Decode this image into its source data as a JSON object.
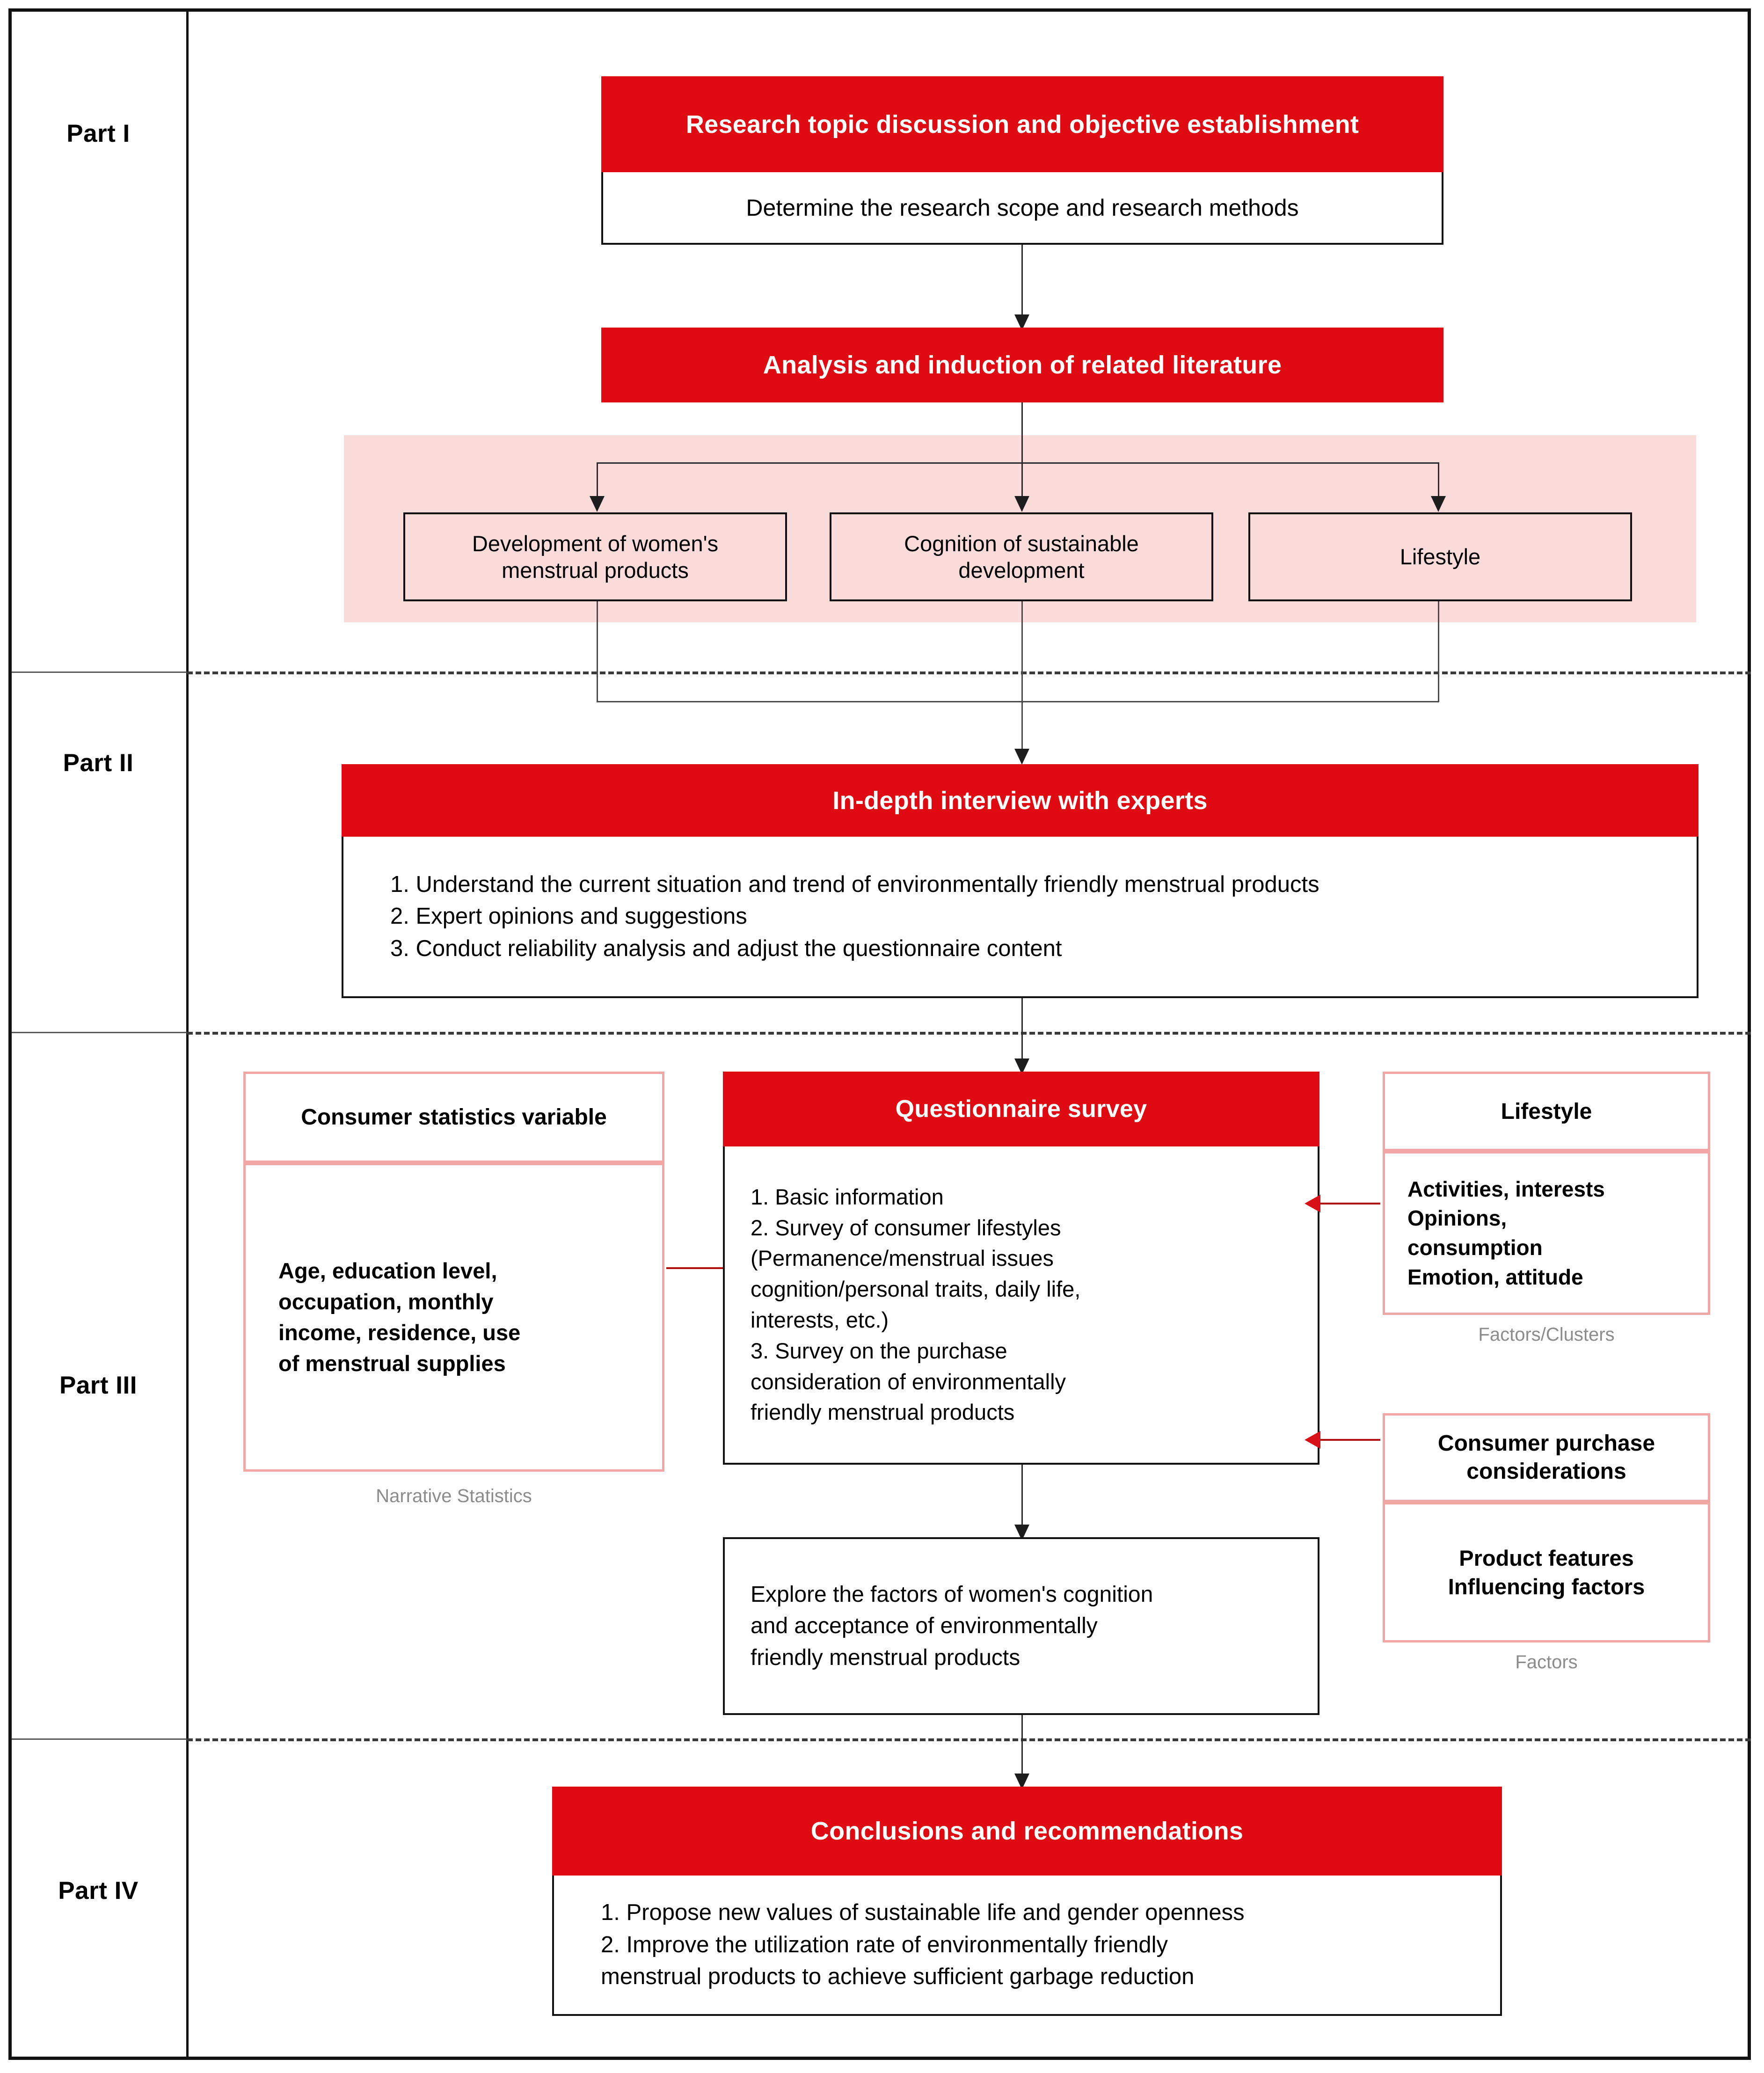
{
  "parts": [
    {
      "label": "Part I"
    },
    {
      "label": "Part II"
    },
    {
      "label": "Part III"
    },
    {
      "label": "Part IV"
    }
  ],
  "part1": {
    "topic_box": {
      "header": "Research topic discussion and objective establishment",
      "body": "Determine the research scope and research methods"
    },
    "literature_box": {
      "header": "Analysis and induction of related literature"
    },
    "branches": [
      {
        "label": "Development of women's\nmenstrual products"
      },
      {
        "label": "Cognition of sustainable\ndevelopment"
      },
      {
        "label": "Lifestyle"
      }
    ]
  },
  "part2": {
    "interview_box": {
      "header": "In-depth interview with experts",
      "items": "1. Understand the current situation and trend of environmentally friendly menstrual products\n2. Expert opinions and suggestions\n3. Conduct reliability analysis and adjust the questionnaire content"
    }
  },
  "part3": {
    "left": {
      "title": "Consumer statistics variable",
      "body": "Age, education level,\noccupation, monthly\nincome, residence, use\nof menstrual supplies",
      "caption": "Narrative Statistics"
    },
    "center": {
      "header": "Questionnaire survey",
      "items": "1. Basic information\n2. Survey of consumer lifestyles\n    (Permanence/menstrual issues\n    cognition/personal traits, daily life,\n    interests, etc.)\n3. Survey on the purchase\n    consideration of environmentally\n    friendly menstrual products"
    },
    "explore": {
      "body": "Explore the factors of women's cognition\nand acceptance of environmentally\nfriendly menstrual products"
    },
    "right_top": {
      "title": "Lifestyle",
      "body": "Activities, interests\nOpinions,\nconsumption\nEmotion, attitude",
      "caption": "Factors/Clusters"
    },
    "right_bottom": {
      "title": "Consumer purchase\nconsiderations",
      "body": "Product features\nInfluencing factors",
      "caption": "Factors"
    }
  },
  "part4": {
    "conclusion_box": {
      "header": "Conclusions and recommendations",
      "items": "1. Propose new values of sustainable life and gender  openness\n2. Improve the utilization rate of environmentally friendly\n     menstrual products to achieve sufficient garbage reduction"
    }
  },
  "colors": {
    "red": "#E00A12",
    "pink_band": "#FCDCDB",
    "pink_border": "#F2A7A4",
    "caption_gray": "#8c8c8c",
    "frame_black": "#111111"
  }
}
